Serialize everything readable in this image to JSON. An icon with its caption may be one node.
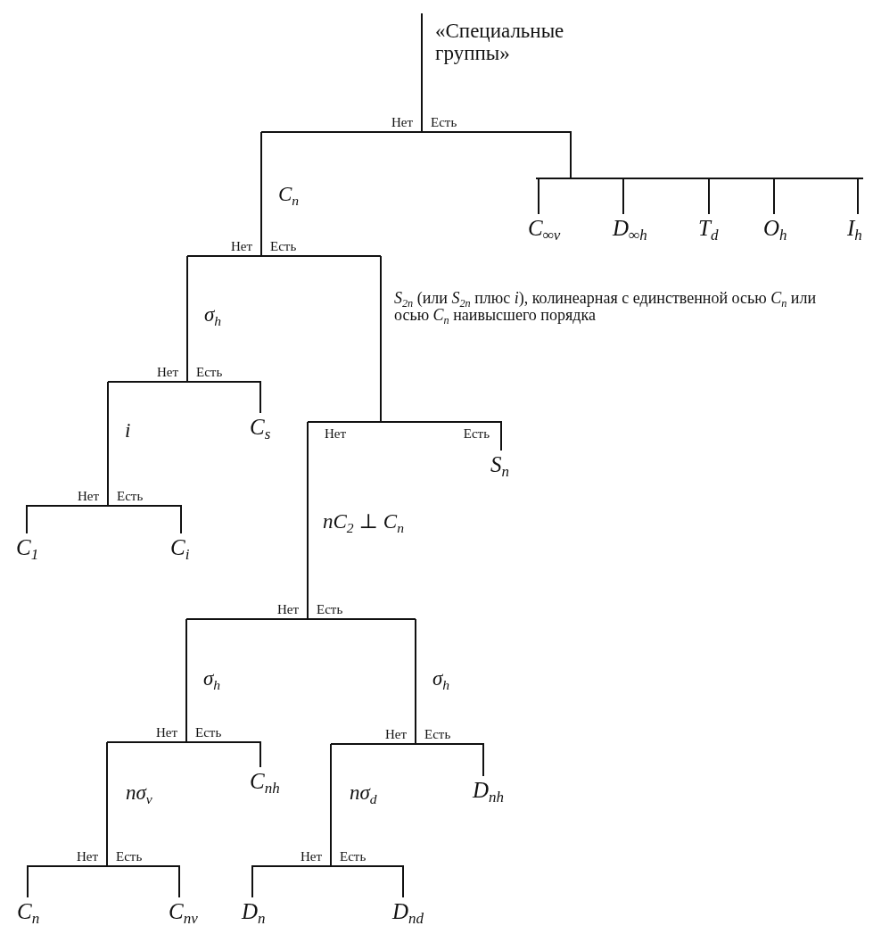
{
  "diagram": {
    "nodes": [
      {
        "text": [
          "«Специальные группы»"
        ]
      },
      {
        "text": [
          "C$_{n}$"
        ]
      },
      {
        "text": [],
        "shape": "bar"
      },
      {
        "text": [
          "C$_{∞v}$"
        ]
      },
      {
        "text": [
          "D$_{∞h}$"
        ]
      },
      {
        "text": [
          "T$_{d}$"
        ]
      },
      {
        "text": [
          "O$_{h}$"
        ]
      },
      {
        "text": [
          "I$_{h}$"
        ]
      },
      {
        "text": [
          "σ$_{h}$"
        ]
      },
      {
        "text": [
          "*S*$_{2n}$ (или *S*$_{2n}$ плюс *i*), колинеарная с единственной осью *C*$_{n}$ или осью *C*$_{n}$ наивысшего порядка"
        ]
      },
      {
        "text": [
          "i"
        ]
      },
      {
        "text": [
          "C$_{s}$"
        ]
      },
      {
        "text": [
          "C$_{1}$"
        ]
      },
      {
        "text": [
          "C$_{i}$"
        ]
      },
      {
        "text": [
          "nC$_{2}$ ⊥ C$_{n}$"
        ]
      },
      {
        "text": [
          "S$_{n}$"
        ]
      },
      {
        "text": [
          "σ$_{h}$"
        ]
      },
      {
        "text": [
          "σ$_{h}$"
        ]
      },
      {
        "text": [
          "nσ$_{v}$"
        ]
      },
      {
        "text": [
          "C$_{nh}$"
        ]
      },
      {
        "text": [
          "nσ$_{d}$"
        ]
      },
      {
        "text": [
          "D$_{nh}$"
        ]
      },
      {
        "text": [
          "C$_{n}$"
        ]
      },
      {
        "text": [
          "C$_{nv}$"
        ]
      },
      {
        "text": [
          "D$_{n}$"
        ]
      },
      {
        "text": [
          "D$_{nd}$"
        ]
      }
    ],
    "edges": [
      {
        "from": 0,
        "to": 1,
        "arrow": "none",
        "label": "Нет"
      },
      {
        "from": 0,
        "to": 2,
        "arrow": "none",
        "label": "Есть"
      },
      {
        "from": 2,
        "to": 3,
        "arrow": "none"
      },
      {
        "from": 2,
        "to": 4,
        "arrow": "none"
      },
      {
        "from": 2,
        "to": 5,
        "arrow": "none"
      },
      {
        "from": 2,
        "to": 6,
        "arrow": "none"
      },
      {
        "from": 2,
        "to": 7,
        "arrow": "none"
      },
      {
        "from": 1,
        "to": 8,
        "arrow": "none",
        "label": "Нет"
      },
      {
        "from": 1,
        "to": 9,
        "arrow": "none",
        "label": "Есть"
      },
      {
        "from": 8,
        "to": 10,
        "arrow": "none",
        "label": "Нет"
      },
      {
        "from": 8,
        "to": 11,
        "arrow": "none",
        "label": "Есть"
      },
      {
        "from": 10,
        "to": 12,
        "arrow": "none",
        "label": "Нет"
      },
      {
        "from": 10,
        "to": 13,
        "arrow": "none",
        "label": "Есть"
      },
      {
        "from": 9,
        "to": 14,
        "arrow": "none",
        "label": "Нет"
      },
      {
        "from": 9,
        "to": 15,
        "arrow": "none",
        "label": "Есть"
      },
      {
        "from": 14,
        "to": 16,
        "arrow": "none",
        "label": "Нет"
      },
      {
        "from": 14,
        "to": 17,
        "arrow": "none",
        "label": "Есть"
      },
      {
        "from": 16,
        "to": 18,
        "arrow": "none",
        "label": "Нет"
      },
      {
        "from": 16,
        "to": 19,
        "arrow": "none",
        "label": "Есть"
      },
      {
        "from": 17,
        "to": 20,
        "arrow": "none",
        "label": "Нет"
      },
      {
        "from": 17,
        "to": 21,
        "arrow": "none",
        "label": "Есть"
      },
      {
        "from": 18,
        "to": 22,
        "arrow": "none",
        "label": "Нет"
      },
      {
        "from": 18,
        "to": 23,
        "arrow": "none",
        "label": "Есть"
      },
      {
        "from": 20,
        "to": 24,
        "arrow": "none",
        "label": "Нет"
      },
      {
        "from": 20,
        "to": 25,
        "arrow": "none",
        "label": "Есть"
      }
    ]
  }
}
